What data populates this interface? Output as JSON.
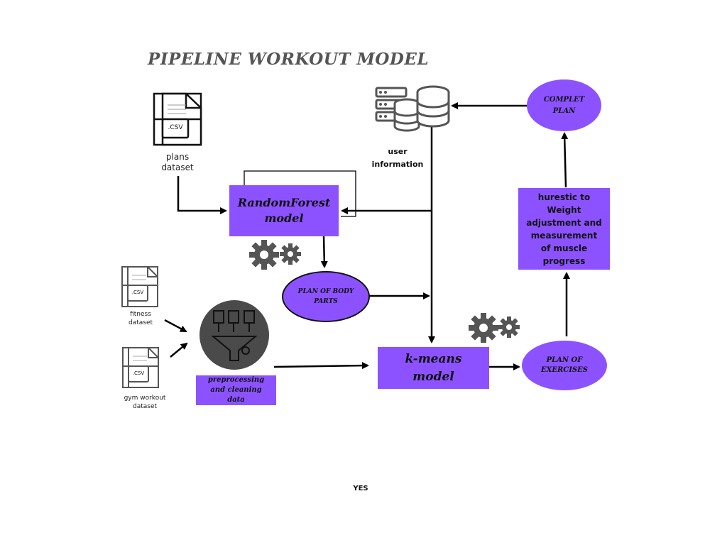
{
  "title": "PIPELINE WORKOUT MODEL",
  "nodes": {
    "plans_dataset": {
      "file_ext": ".CSV",
      "label": "plans\ndataset"
    },
    "fitness_dataset": {
      "file_ext": ".CSV",
      "label": "fitness\ndataset"
    },
    "gym_dataset": {
      "file_ext": ".CSV",
      "label": "gym workout\ndataset"
    },
    "user_information": {
      "label": "user\ninformation"
    },
    "random_forest": {
      "label": "RandomForest\nmodel"
    },
    "plan_body_parts": {
      "label": "PLAN OF BODY\nPARTS"
    },
    "preprocessing": {
      "label": "preprocessing\nand cleaning\ndata"
    },
    "kmeans": {
      "label": "k-means\nmodel"
    },
    "plan_exercises": {
      "label": "PLAN OF\nEXERCISES"
    },
    "heuristic": {
      "label": "hurestic to\nWeight\nadjustment and\nmeasurement\nof muscle\nprogress"
    },
    "complete_plan": {
      "label": "COMPLET\nPLAN"
    }
  },
  "footer": {
    "label": "YES"
  },
  "colors": {
    "accent": "#8c52ff",
    "title": "#555555",
    "icon_dark": "#4a4a4a"
  },
  "icons": [
    "csv-file-icon",
    "database-server-icon",
    "gears-icon",
    "funnel-filter-icon"
  ]
}
